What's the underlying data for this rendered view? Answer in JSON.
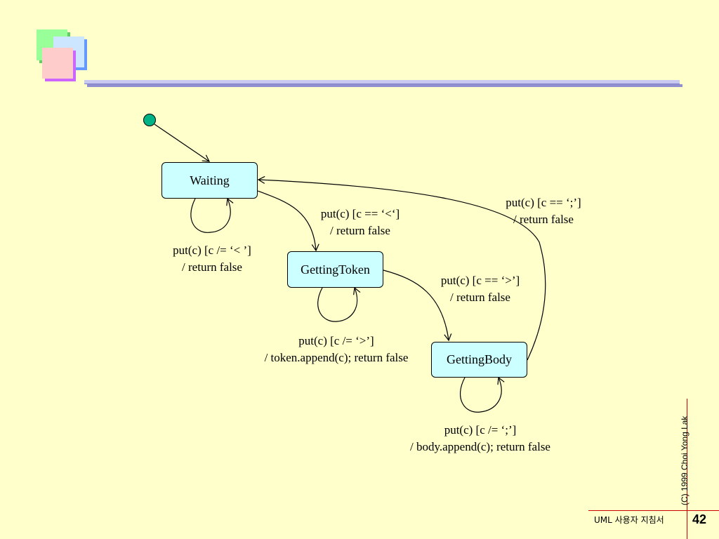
{
  "logo": {
    "colors": [
      "#99ff99",
      "#cce6ff",
      "#ffcccc"
    ],
    "shadow_colors": [
      "#66cc66",
      "#6699ff",
      "#cc66ff"
    ]
  },
  "diagram": {
    "initial_color": "#00b386",
    "state_fill": "#ccffff",
    "states": {
      "waiting": "Waiting",
      "getting_token": "GettingToken",
      "getting_body": "GettingBody"
    },
    "transitions": {
      "waiting_self": {
        "line1": "put(c) [c /= ‘< ’]",
        "line2": "/ return false"
      },
      "waiting_to_token": {
        "line1": "put(c) [c == ‘<‘]",
        "line2": "/ return false"
      },
      "token_self": {
        "line1": "put(c) [c /= ‘>’]",
        "line2": "/ token.append(c); return false"
      },
      "token_to_body": {
        "line1": "put(c) [c == ‘>’]",
        "line2": "/ return false"
      },
      "body_to_waiting": {
        "line1": "put(c) [c == ‘;’]",
        "line2": "/ return false"
      },
      "body_self": {
        "line1": "put(c) [c /= ‘;’]",
        "line2": "/ body.append(c); return false"
      }
    }
  },
  "footer": {
    "title": "UML 사용자 지침서",
    "page_number": "42",
    "copyright": "(C) 1999  Choi Yong Lak",
    "accent_color": "#cc0000"
  }
}
